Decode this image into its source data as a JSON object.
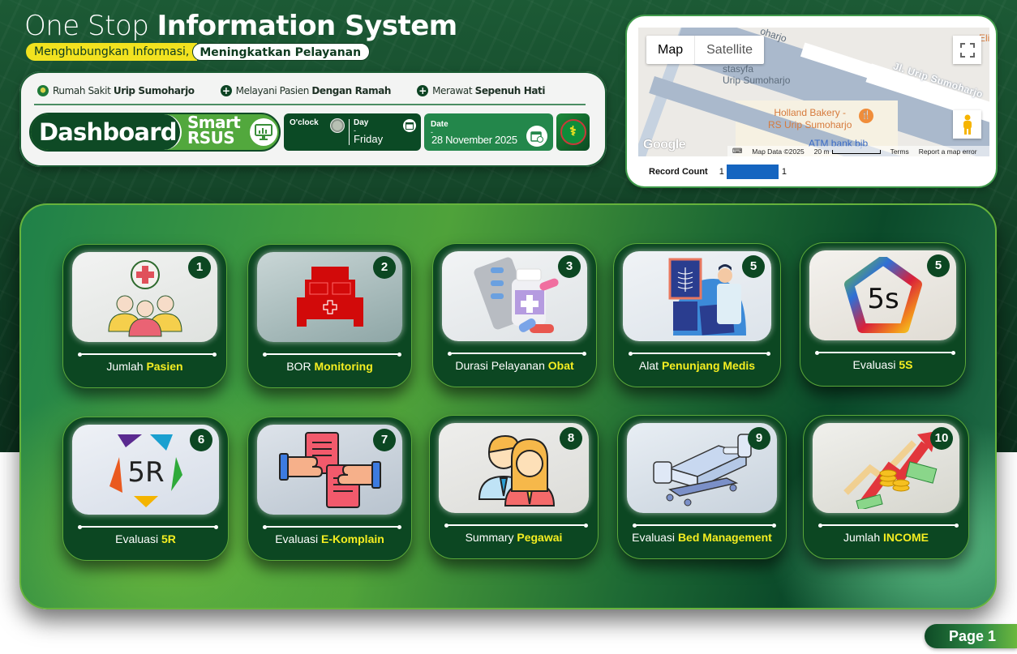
{
  "header": {
    "title_light": "One Stop ",
    "title_bold": "Information System",
    "tagline_part1": "Menghubungkan Informasi,",
    "tagline_part2": "Meningkatkan Pelayanan"
  },
  "mottos": [
    {
      "icon": "hospital-logo-icon",
      "prefix": "Rumah Sakit ",
      "bold": "Urip Sumoharjo"
    },
    {
      "icon": "plus-circle-icon",
      "prefix": "Melayani Pasien ",
      "bold": "Dengan Ramah"
    },
    {
      "icon": "plus-circle-icon",
      "prefix": "Merawat ",
      "bold": "Sepenuh Hati"
    }
  ],
  "dashboard": {
    "label": "Dashboard",
    "smart_line1": "Smart",
    "smart_line2": "RSUS"
  },
  "clock": {
    "label": "O'clock",
    "day_label": "Day",
    "day_dash": "-",
    "day_value": "Friday"
  },
  "date": {
    "label": "Date",
    "dash": "-",
    "value": "28 November 2025"
  },
  "map": {
    "tabs": [
      "Map",
      "Satellite"
    ],
    "active_tab": "Map",
    "labels": {
      "street": "Jl. Urip Sumoharjo",
      "top_street": "oharjo",
      "place1_line1": "stasyfa",
      "place1_line2": "Urip Sumoharjo",
      "poi_line1": "Holland Bakery -",
      "poi_line2": "RS Urip Sumoharjo",
      "atm": "ATM bank bjb",
      "edge": "Eli's"
    },
    "google": "Google",
    "footer": {
      "map_data": "Map Data ©2025",
      "scale": "20 m",
      "terms": "Terms",
      "report": "Report a map error"
    },
    "record_count": {
      "label": "Record Count",
      "min": "1",
      "max": "1",
      "bar_color": "#1565c0"
    }
  },
  "cards": [
    {
      "number": "1",
      "prefix": "Jumlah ",
      "highlight": "Pasien",
      "icon": "patients-icon"
    },
    {
      "number": "2",
      "prefix": "BOR ",
      "highlight": "Monitoring",
      "icon": "hospital-bed-icon"
    },
    {
      "number": "3",
      "prefix": "Durasi Pelayanan ",
      "highlight": "Obat",
      "icon": "medicine-icon"
    },
    {
      "number": "5",
      "prefix": "Alat ",
      "highlight": "Penunjang Medis",
      "icon": "xray-icon"
    },
    {
      "number": "5",
      "prefix": "Evaluasi ",
      "highlight": "5S",
      "icon": "5s-logo-icon"
    },
    {
      "number": "6",
      "prefix": "Evaluasi ",
      "highlight": "5R",
      "icon": "5r-logo-icon"
    },
    {
      "number": "7",
      "prefix": "Evaluasi ",
      "highlight": "E-Komplain",
      "icon": "complaint-icon"
    },
    {
      "number": "8",
      "prefix": "Summary ",
      "highlight": "Pegawai",
      "icon": "employees-icon"
    },
    {
      "number": "9",
      "prefix": "Evaluasi ",
      "highlight": "Bed Management",
      "icon": "bed-management-icon"
    },
    {
      "number": "10",
      "prefix": "Jumlah ",
      "highlight": "INCOME",
      "icon": "income-icon"
    }
  ],
  "page": {
    "label": "Page 1"
  },
  "colors": {
    "dark_green": "#0c4722",
    "accent_green": "#52a83d",
    "highlight_yellow": "#f5ee21",
    "date_green": "#23874b"
  }
}
